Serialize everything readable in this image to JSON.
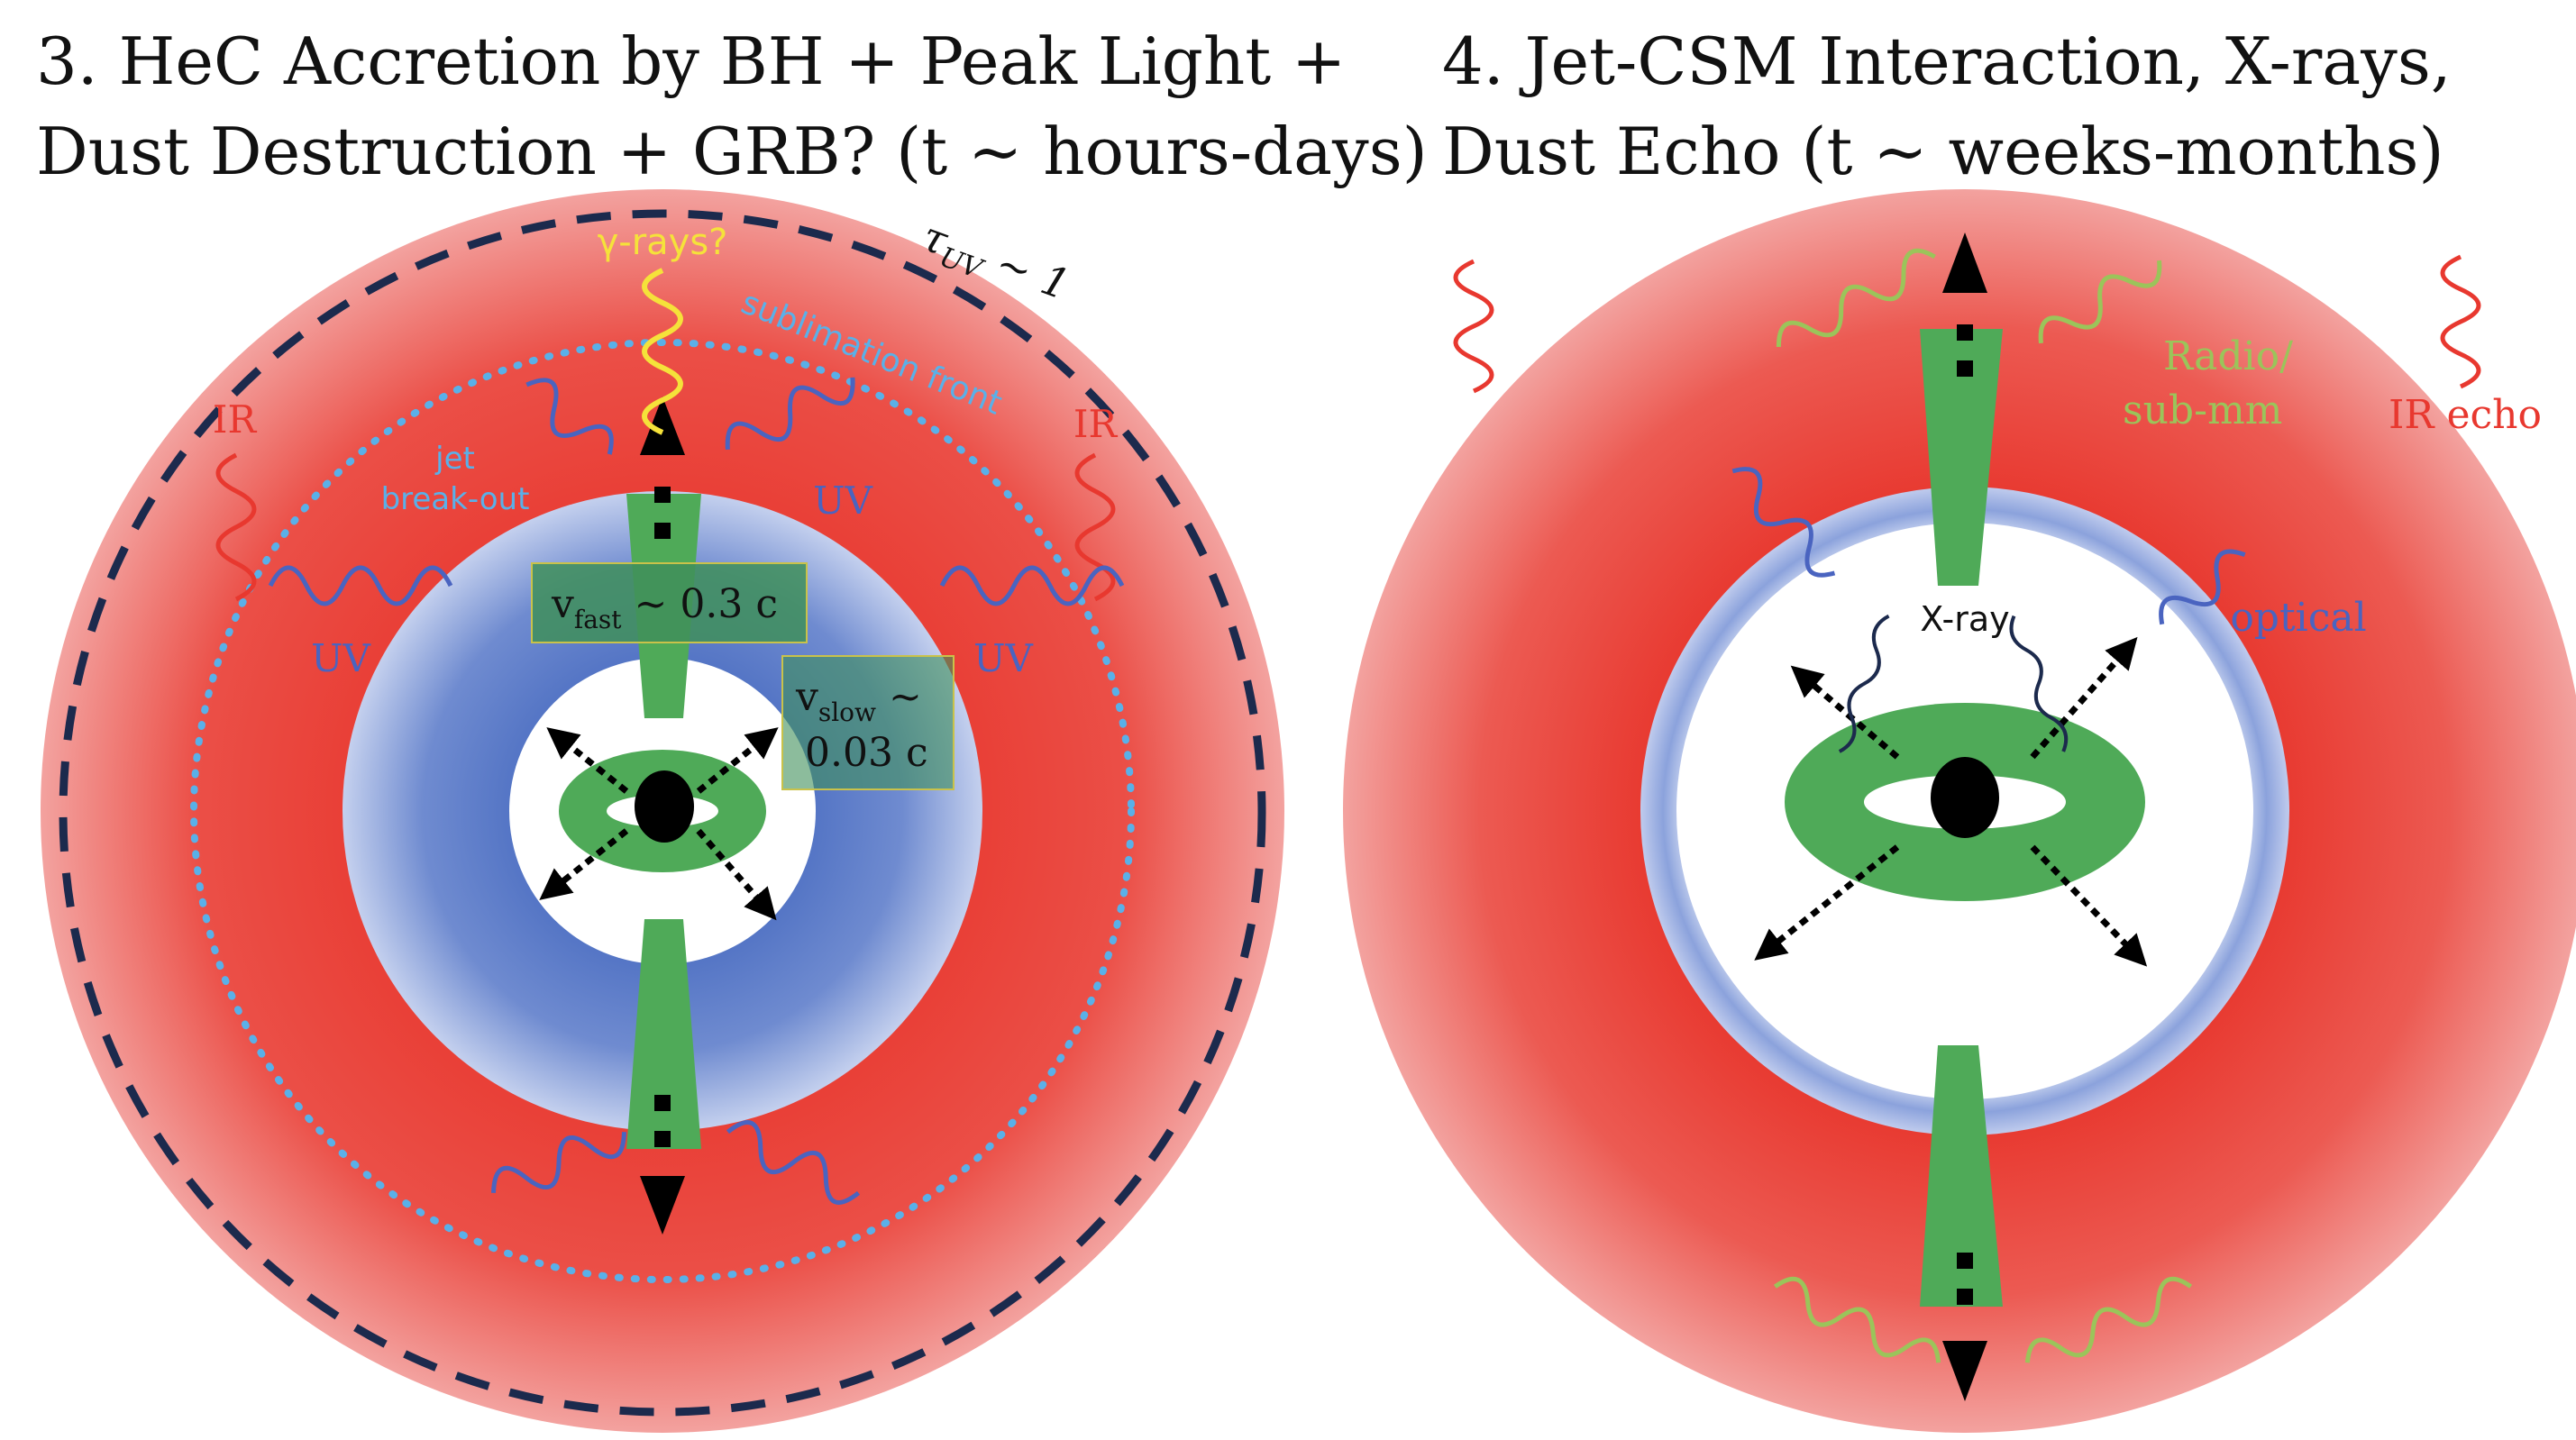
{
  "panels": [
    {
      "title": "3. HeC Accretion by BH + Peak Light +\nDust Destruction + GRB? (t ~ hours-days)",
      "labels": {
        "gamma_rays": "γ-rays?",
        "tau_uv": "τ",
        "tau_uv_sub": "UV",
        "tau_uv_rest": " ~ 1",
        "sublimation_front": "sublimation front",
        "jet_breakout_line1": "jet",
        "jet_breakout_line2": "break-out",
        "ir": "IR",
        "uv": "UV",
        "v_fast_main": "v",
        "v_fast_sub": "fast",
        "v_fast_rest": " ~ 0.3 c",
        "v_slow_main": "v",
        "v_slow_sub": "slow",
        "v_slow_rest": " ~",
        "v_slow_line2": "0.03 c"
      }
    },
    {
      "title": "4. Jet-CSM Interaction, X-rays,\nDust Echo (t ~ weeks-months)",
      "labels": {
        "radio_line1": "Radio/",
        "radio_line2": "sub-mm",
        "ir_echo": "IR echo",
        "optical": "optical",
        "x_ray": "X-ray"
      }
    }
  ],
  "colors": {
    "csm_red": "#e8382f",
    "csm_pink": "#f4a3a0",
    "ejecta_blue": "#4d6fc2",
    "jet_green": "#4faa58",
    "ir_red": "#e8382f",
    "uv_blue": "#4a64c0",
    "gamma_yellow": "#f5e23a",
    "radio_green": "#9bc45a",
    "tau_dash": "#1c2a4d",
    "sublimation_dots": "#5ab0e8"
  }
}
